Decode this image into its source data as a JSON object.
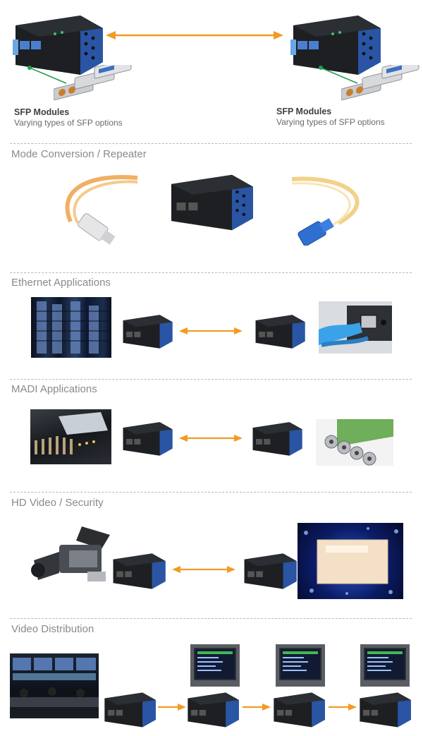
{
  "sfp_left": {
    "title": "SFP Modules",
    "subtitle": "Varying types of SFP options"
  },
  "sfp_right": {
    "title": "SFP Modules",
    "subtitle": "Varying types of SFP options"
  },
  "sections": {
    "mode_conversion": "Mode Conversion / Repeater",
    "ethernet": "Ethernet Applications",
    "madi": "MADI Applications",
    "hd_video": "HD Video / Security",
    "video_distribution": "Video Distribution"
  },
  "colors": {
    "arrow": "#f39a23",
    "box_dark": "#1f2124",
    "box_blue": "#2a55a5",
    "divider": "#b8b8b8",
    "title_gray": "#8a8a8a",
    "green_line": "#22a14a"
  }
}
